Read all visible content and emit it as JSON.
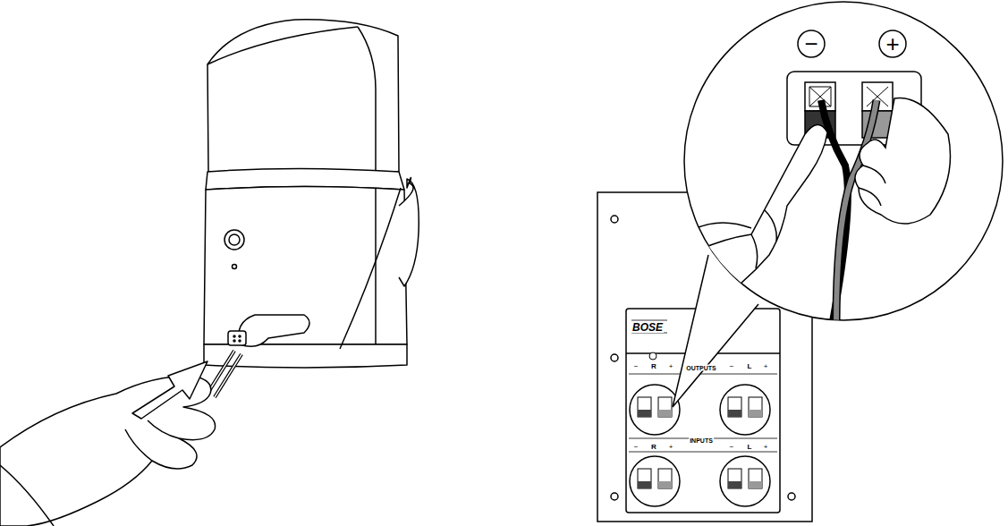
{
  "diagram": {
    "labels": [
      "−",
      "+",
      "BOSE",
      "OUTPUTS",
      "−",
      "R",
      "+",
      "−",
      "L",
      "+",
      "INPUTS",
      "−",
      "R",
      "+",
      "−",
      "L",
      "+"
    ]
  }
}
